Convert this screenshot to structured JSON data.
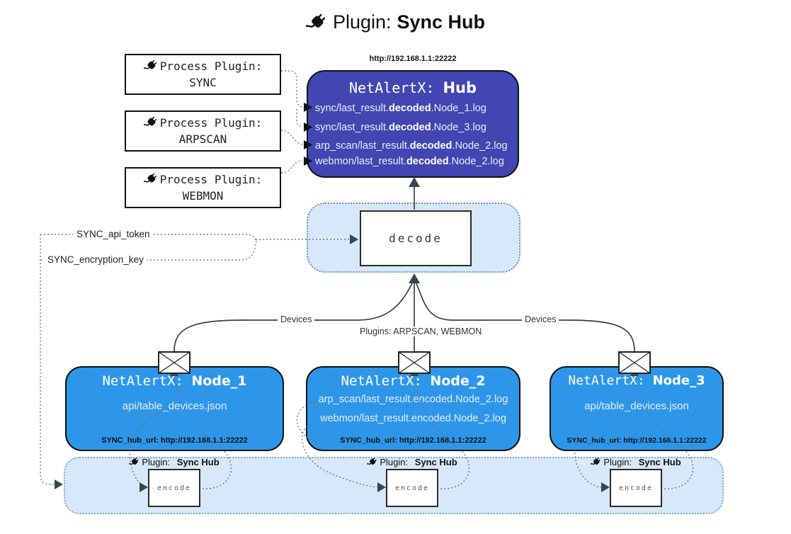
{
  "title": {
    "label": "Plugin:",
    "name": "Sync Hub"
  },
  "process_plugins": {
    "label": "Process Plugin:",
    "items": [
      {
        "name": "SYNC"
      },
      {
        "name": "ARPSCAN"
      },
      {
        "name": "WEBMON"
      }
    ]
  },
  "hub": {
    "url": "http://192.168.1.1:22222",
    "title_label": "NetAlertX:",
    "title_name": "Hub",
    "files": [
      {
        "pre": "sync/last_result.",
        "bold": "decoded",
        "post": ".Node_1.log"
      },
      {
        "pre": "sync/last_result.",
        "bold": "decoded",
        "post": ".Node_3.log"
      },
      {
        "pre": "arp_scan/last_result.",
        "bold": "decoded",
        "post": ".Node_2.log"
      },
      {
        "pre": "webmon/last_result.",
        "bold": "decoded",
        "post": ".Node_2.log"
      }
    ]
  },
  "decode_label": "decode",
  "config": {
    "api_token": "SYNC_api_token",
    "encryption_key": "SYNC_encryption_key"
  },
  "edge_labels": {
    "devices_left": "Devices",
    "devices_right": "Devices",
    "plugins": "Plugins: ARPSCAN, WEBMON"
  },
  "nodes": [
    {
      "title_label": "NetAlertX:",
      "title_name": "Node_1",
      "files": [
        "api/table_devices.json"
      ],
      "hub_url": "SYNC_hub_url: http://192.168.1.1:22222"
    },
    {
      "title_label": "NetAlertX:",
      "title_name": "Node_2",
      "files": [
        "arp_scan/last_result.encoded.Node_2.log",
        "webmon/last_result.encoded.Node_2.log"
      ],
      "hub_url": "SYNC_hub_url: http://192.168.1.1:22222"
    },
    {
      "title_label": "NetAlertX:",
      "title_name": "Node_3",
      "files": [
        "api/table_devices.json"
      ],
      "hub_url": "SYNC_hub_url: http://192.168.1.1:22222"
    }
  ],
  "encode_band": {
    "plugin_label": "Plugin:",
    "plugin_name": "Sync Hub",
    "encode_label": "encode"
  },
  "colors": {
    "hub_bg": "#4146b2",
    "node_bg": "#2e96e9",
    "band_bg": "#d6e8f9",
    "line": "#3f3f3f",
    "arrow": "#37474f"
  }
}
